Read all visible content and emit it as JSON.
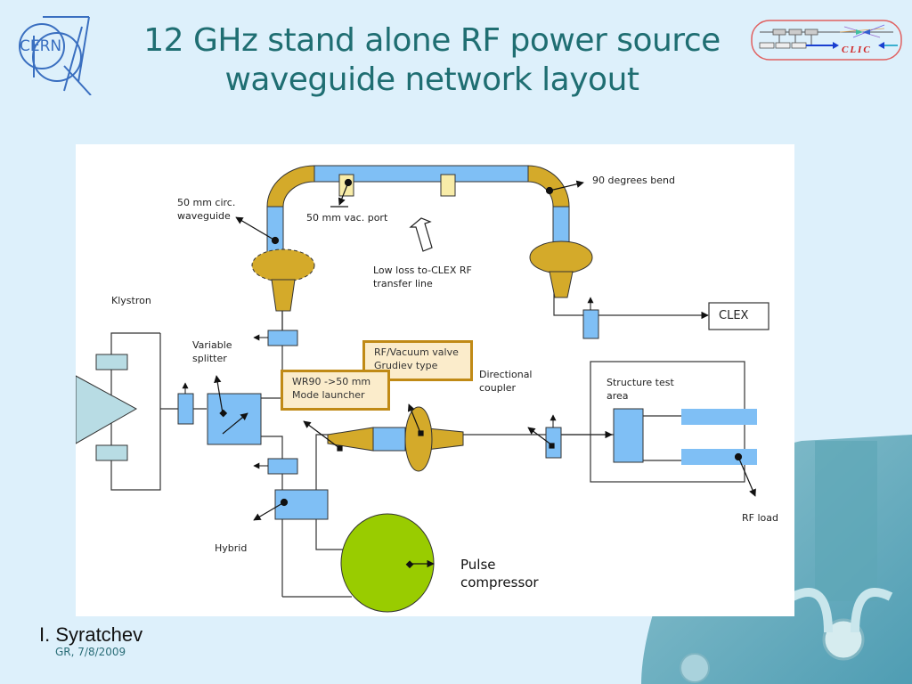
{
  "slide": {
    "title_line1": "12 GHz stand alone RF power source",
    "title_line2": "waveguide network layout",
    "author": "I. Syratchev",
    "date": "GR, 7/8/2009"
  },
  "logos": {
    "left": {
      "text": "CERN",
      "icon": "cern-logo-icon"
    },
    "right": {
      "text": "CLIC",
      "icon": "clic-logo-icon"
    }
  },
  "colors": {
    "title": "#1f6e72",
    "background": "#ddf0fb",
    "waveguide_blue": "#7fbff5",
    "component_gold": "#d4aa2a",
    "klystron_fill": "#b8dce4",
    "pulse_compressor_green": "#99cc00",
    "note_fill": "#fbeccb",
    "note_border": "#c08a16"
  },
  "diagram": {
    "labels": {
      "circ_waveguide": "50 mm circ.\nwaveguide",
      "vac_port": "50 mm vac. port",
      "bend": "90 degrees bend",
      "transfer_line": "Low loss to-CLEX RF\ntransfer line",
      "klystron": "Klystron",
      "variable_splitter": "Variable\nsplitter",
      "directional_coupler": "Directional\ncoupler",
      "structure_test_area": "Structure test\narea",
      "clex": "CLEX",
      "rf_load": "RF load",
      "hybrid": "Hybrid",
      "pulse_compressor": "Pulse\ncompressor"
    },
    "notes": {
      "valve": "RF/Vacuum valve\nGrudiev type",
      "mode_launcher": "WR90 ->50 mm\nMode launcher"
    }
  }
}
